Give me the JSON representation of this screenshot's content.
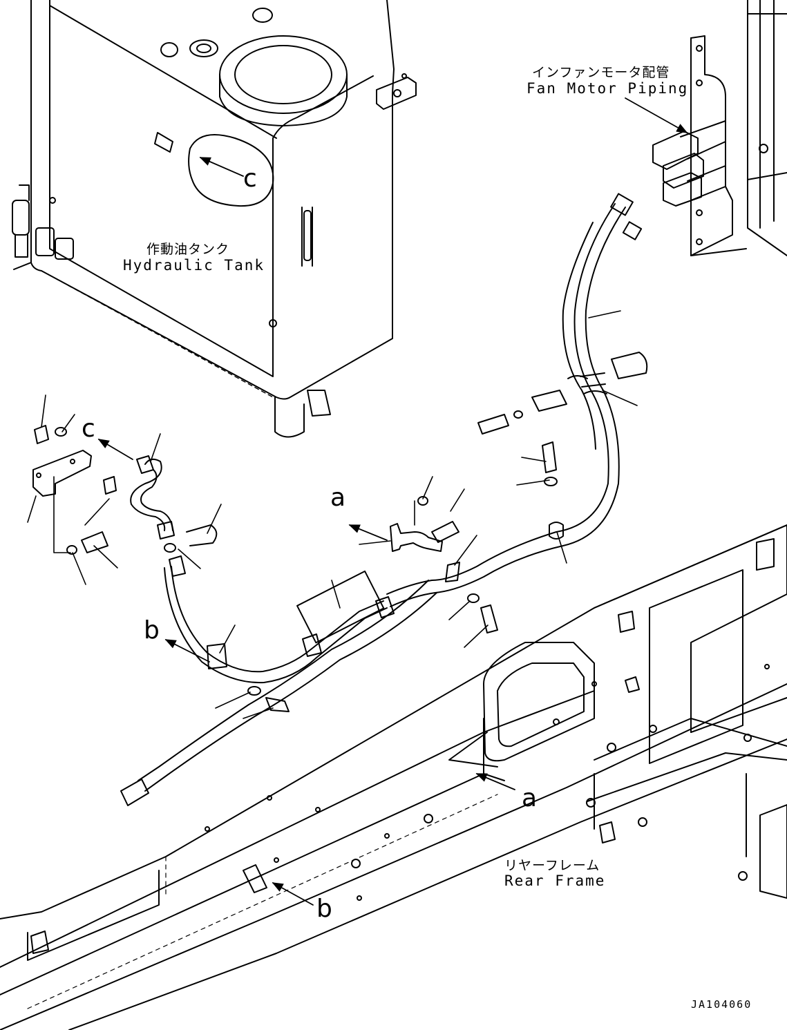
{
  "labels": {
    "fan_motor_jp": "インファンモータ配管",
    "fan_motor_en": "Fan Motor Piping",
    "tank_jp": "作動油タンク",
    "tank_en": "Hydraulic Tank",
    "frame_jp": "リヤーフレーム",
    "frame_en": "Rear Frame",
    "drawing_code": "JA104060"
  },
  "callouts": {
    "a": "a",
    "b": "b",
    "c": "c"
  }
}
